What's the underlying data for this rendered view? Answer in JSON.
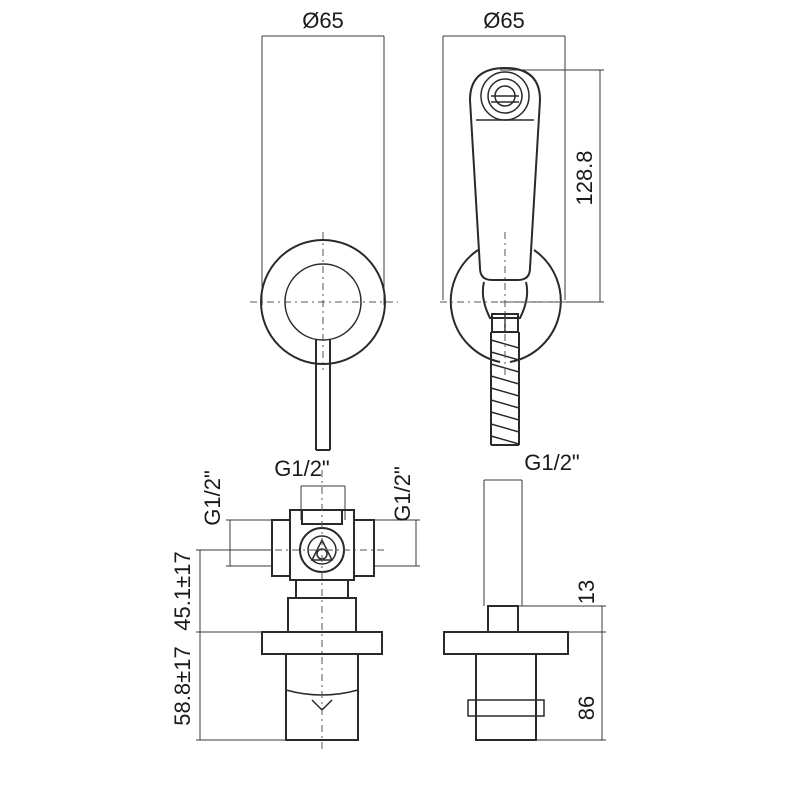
{
  "views": {
    "front_top": {
      "width_label": "Ø65"
    },
    "side_top": {
      "width_label": "Ø65",
      "height_label": "128.8"
    },
    "front_bottom": {
      "top_thread": "G1/2\"",
      "left_thread": "G1/2\"",
      "right_thread": "G1/2\"",
      "upper_dim": "45.1±17",
      "lower_dim": "58.8±17"
    },
    "side_bottom": {
      "top_thread": "G1/2\"",
      "upper_dim": "13",
      "lower_dim": "86"
    }
  }
}
